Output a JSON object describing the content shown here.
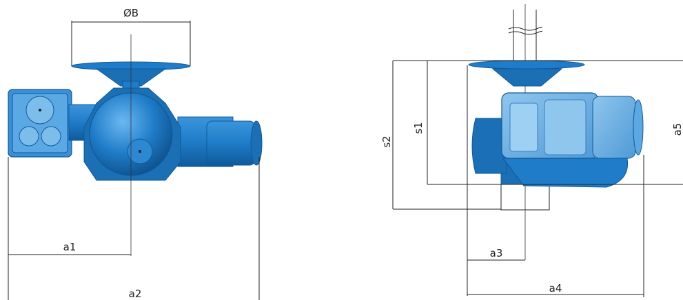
{
  "labels": {
    "diameter_b": "ØB",
    "a1": "a1",
    "a2": "a2",
    "a3": "a3",
    "a4": "a4",
    "a5": "a5",
    "s1": "s1",
    "s2": "s2"
  },
  "colors": {
    "body": "#1f7cc8",
    "body_dark": "#0f5a9a",
    "body_light": "#4aa3e6",
    "dimension_line": "#222222"
  }
}
